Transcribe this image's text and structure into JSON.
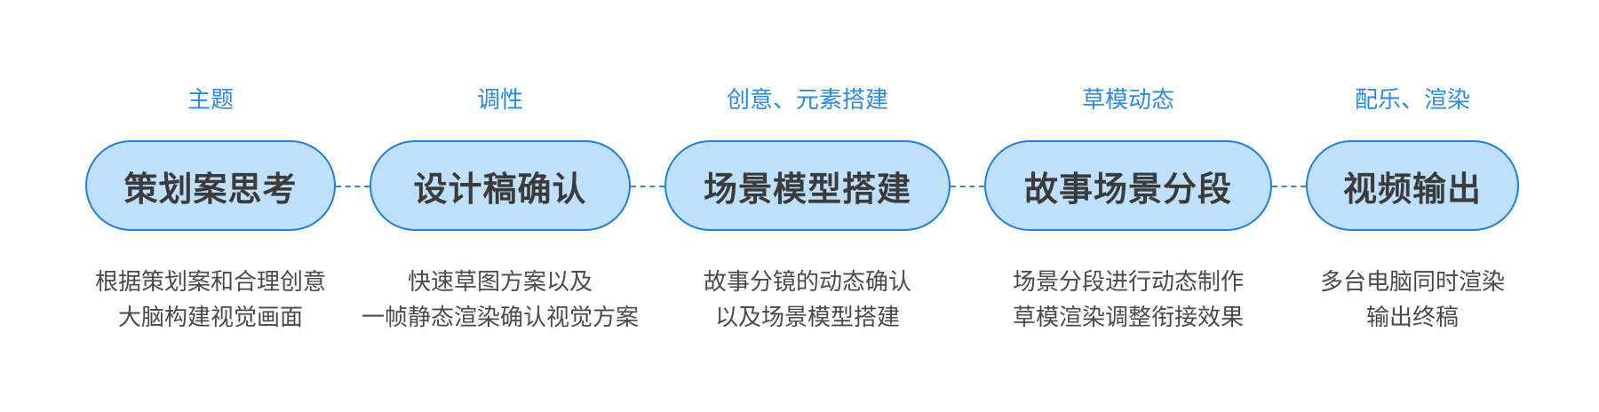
{
  "steps": [
    {
      "topic": "主题",
      "title": "策划案思考",
      "desc": [
        "根据策划案和合理创意",
        "大脑构建视觉画面"
      ]
    },
    {
      "topic": "调性",
      "title": "设计稿确认",
      "desc": [
        "快速草图方案以及",
        "一帧静态渲染确认视觉方案"
      ]
    },
    {
      "topic": "创意、元素搭建",
      "title": "场景模型搭建",
      "desc": [
        "故事分镜的动态确认",
        "以及场景模型搭建"
      ]
    },
    {
      "topic": "草模动态",
      "title": "故事场景分段",
      "desc": [
        "场景分段进行动态制作",
        "草模渲染调整衔接效果"
      ]
    },
    {
      "topic": "配乐、渲染",
      "title": "视频输出",
      "desc": [
        "多台电脑同时渲染",
        "输出终稿"
      ]
    }
  ],
  "colors": {
    "accent": "#2b8be2",
    "pill_fill": "#bfe0fb",
    "pill_border": "#1f7fdc",
    "title_text": "#3b3b3b",
    "desc_text": "#4a4a4a"
  }
}
